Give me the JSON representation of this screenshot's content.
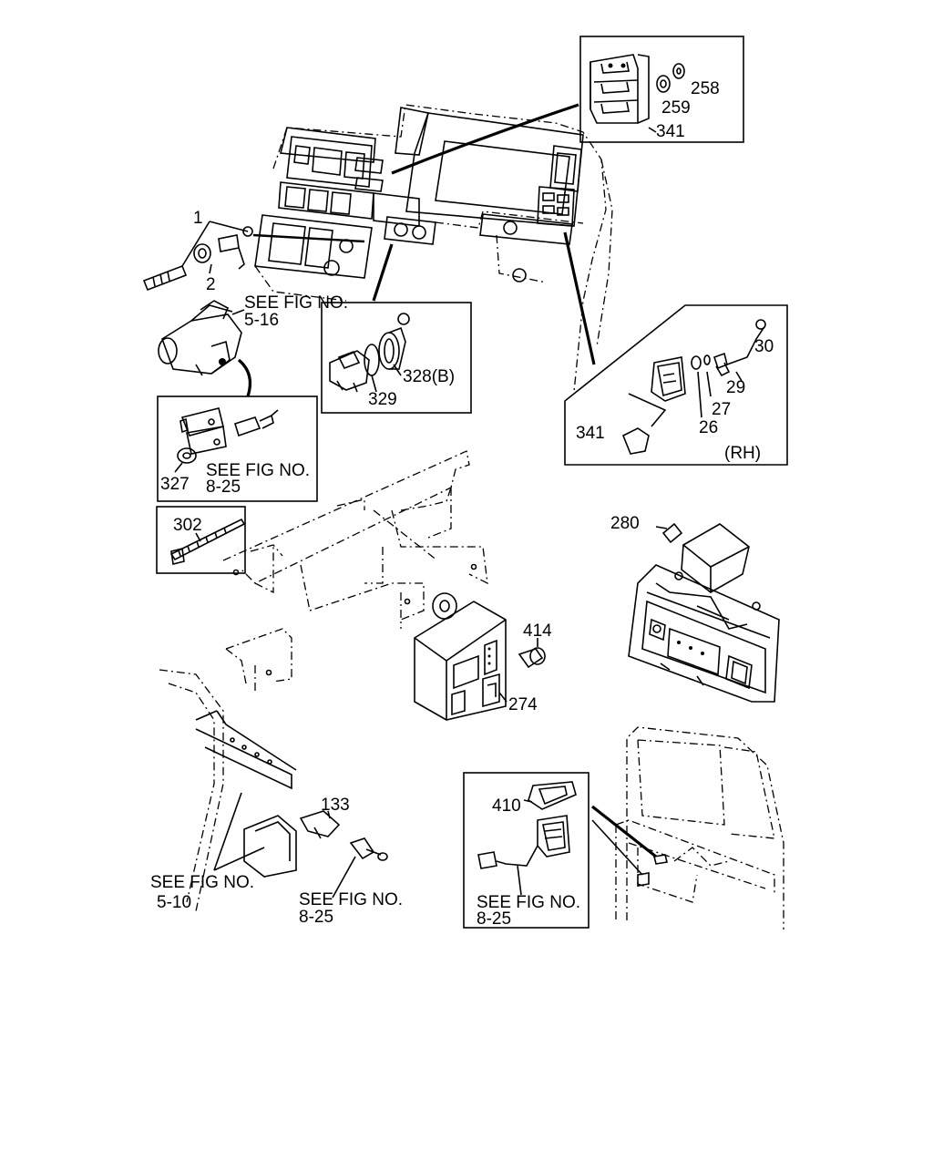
{
  "labels": {
    "p258": "258",
    "p259": "259",
    "p341_top": "341",
    "p1": "1",
    "p2": "2",
    "p30": "30",
    "p29": "29",
    "p27": "27",
    "p26": "26",
    "p341_rh": "341",
    "rh": "(RH)",
    "p328b": "328(B)",
    "p329": "329",
    "p327": "327",
    "p302": "302",
    "p280": "280",
    "p414": "414",
    "p274": "274",
    "p133": "133",
    "p410": "410"
  },
  "references": {
    "see_fig": "SEE FIG NO.",
    "fig_5_16": "5-16",
    "fig_8_25": "8-25",
    "fig_5_10": "5-10"
  }
}
